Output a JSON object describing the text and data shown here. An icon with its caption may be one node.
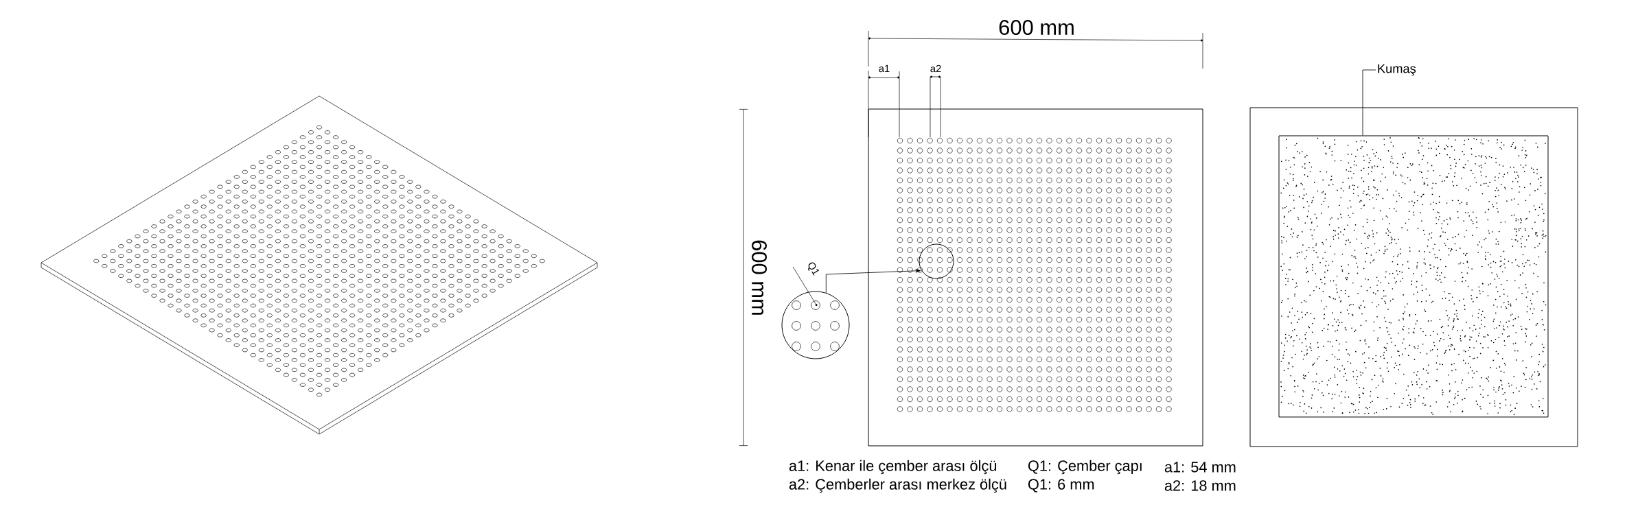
{
  "diagram": {
    "nodes": [
      {
        "text": [],
        "shape": "circle"
      },
      {
        "text": [],
        "shape": "circle"
      },
      {
        "text": [
          "Kumaş"
        ]
      },
      {
        "text": [],
        "shape": "box"
      }
    ],
    "edges": [
      {
        "from": 0,
        "to": 1,
        "arrow": "to"
      },
      {
        "from": 2,
        "to": 3,
        "arrow": "none"
      }
    ],
    "labels": [
      "600 mm",
      "a1",
      "a2",
      "600 mm",
      "Q1",
      "a1: Kenar ile çember arası ölçü",
      "Q1: Çember çapı",
      "a1: 54 mm",
      "a2: Çemberler arası merkez ölçü",
      "Q1: 6 mm",
      "a2: 18 mm"
    ]
  }
}
